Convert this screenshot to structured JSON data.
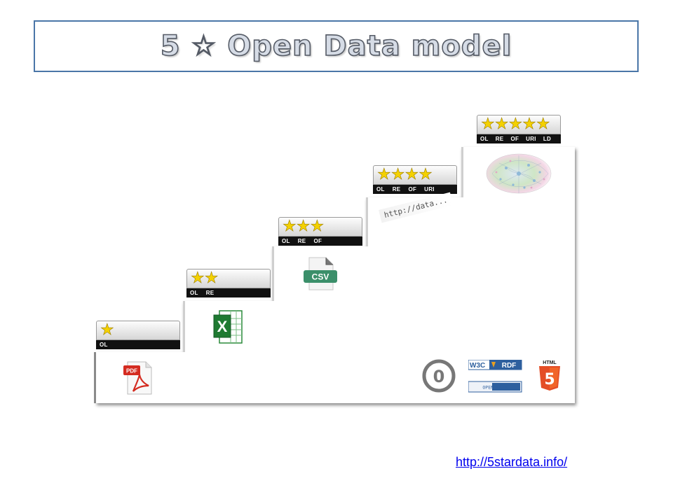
{
  "title": "5 ☆ Open Data model",
  "badges": [
    {
      "stars": "★",
      "labels": [
        "OL"
      ]
    },
    {
      "stars": "★★",
      "labels": [
        "OL",
        "RE"
      ]
    },
    {
      "stars": "★★★",
      "labels": [
        "OL",
        "RE",
        "OF"
      ]
    },
    {
      "stars": "★★★★",
      "labels": [
        "OL",
        "RE",
        "OF",
        "URI"
      ]
    },
    {
      "stars": "★★★★★",
      "labels": [
        "OL",
        "RE",
        "OF",
        "URI",
        "LD"
      ]
    }
  ],
  "icons": {
    "pdf": "PDF",
    "xls": "X",
    "csv": "CSV",
    "uri": "http://data...",
    "cc0": "0",
    "w3c": "W3C",
    "rdf": "RDF",
    "opendata": "OPEN DATA",
    "html": "HTML",
    "html_num": "5"
  },
  "colors": {
    "title_border": "#4a76a8",
    "star": "#f4d100",
    "csv_green": "#3b8f6a",
    "xls_green": "#2a8a3a",
    "pdf_red": "#d42b20",
    "html5_orange": "#e44d26",
    "w3c_blue": "#2d5f9e"
  },
  "link": "http://5stardata.info/"
}
